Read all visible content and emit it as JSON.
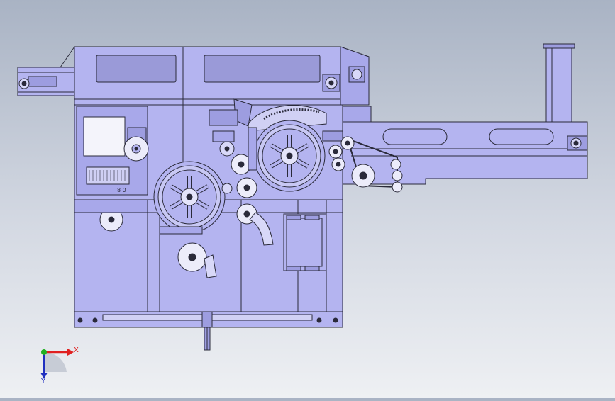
{
  "viewport": {
    "axis_labels": {
      "x": "X",
      "y": "Y"
    },
    "colors": {
      "background_top": "#a9b3c4",
      "background_bottom": "#eef0f3",
      "machine_fill": "#b4b4f0",
      "machine_fill_dark": "#9d9de0",
      "line": "#2a2a3a",
      "window_fill": "#9a9ad8",
      "axis_x": "#e02020",
      "axis_y": "#2030c0",
      "axis_origin": "#20b020"
    }
  },
  "machine": {
    "gauge_label": "8 0"
  }
}
